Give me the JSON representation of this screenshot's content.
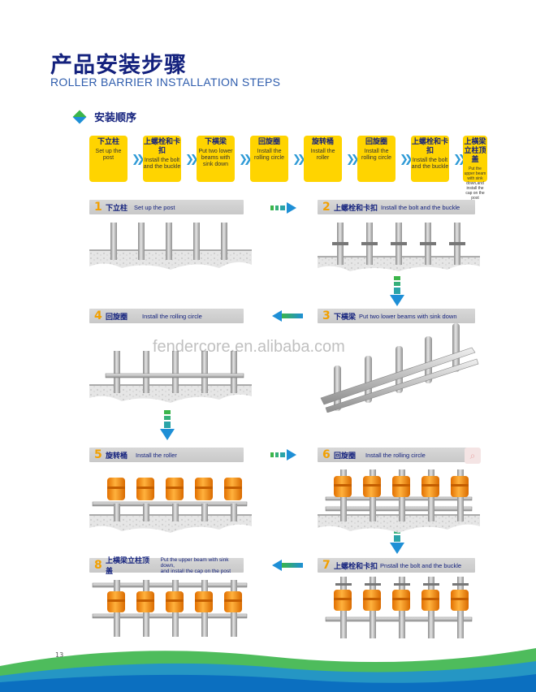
{
  "header": {
    "title_cn": "产品安装步骤",
    "title_en": "ROLLER BARRIER INSTALLATION STEPS",
    "sequence_label": "安装顺序"
  },
  "flow": [
    {
      "cn": "下立柱",
      "en": "Set up the post"
    },
    {
      "cn": "上螺栓和卡扣",
      "en": "Install the bolt and the buckle"
    },
    {
      "cn": "下横梁",
      "en": "Put two lower beams with sink down"
    },
    {
      "cn": "回旋圈",
      "en": "Install the rolling circle"
    },
    {
      "cn": "旋转桶",
      "en": "Install the roller"
    },
    {
      "cn": "回旋圈",
      "en": "Install the rolling circle"
    },
    {
      "cn": "上螺栓和卡扣",
      "en": "Install the bolt and the buckle"
    },
    {
      "cn": "上横梁立柱顶盖",
      "en": "Put the upper beam with sink down,and install the cap on the post"
    }
  ],
  "steps": [
    {
      "num": "1",
      "cn": "下立柱",
      "en": "Set up the post"
    },
    {
      "num": "2",
      "cn": "上螺栓和卡扣",
      "en": "Install the bolt and the buckle"
    },
    {
      "num": "3",
      "cn": "下横梁",
      "en": "Put two lower beams with sink down"
    },
    {
      "num": "4",
      "cn": "回旋圈",
      "en": "Install the rolling circle"
    },
    {
      "num": "5",
      "cn": "旋转桶",
      "en": "Install the roller"
    },
    {
      "num": "6",
      "cn": "回旋圈",
      "en": "Install the rolling circle"
    },
    {
      "num": "7",
      "cn": "上螺栓和卡扣",
      "en": "Pnstall the bolt and the buckle"
    },
    {
      "num": "8",
      "cn": "上横梁立柱顶盖",
      "en_line1": "Put the upper beam with sink down,",
      "en_line2": "and install the cap on the post"
    }
  ],
  "watermark": "fendercore.en.alibaba.com",
  "page_number": "13",
  "colors": {
    "navy": "#13217d",
    "yellow": "#ffd400",
    "orange": "#f28c00",
    "green": "#3bb54a",
    "blue": "#1e8fd6"
  }
}
